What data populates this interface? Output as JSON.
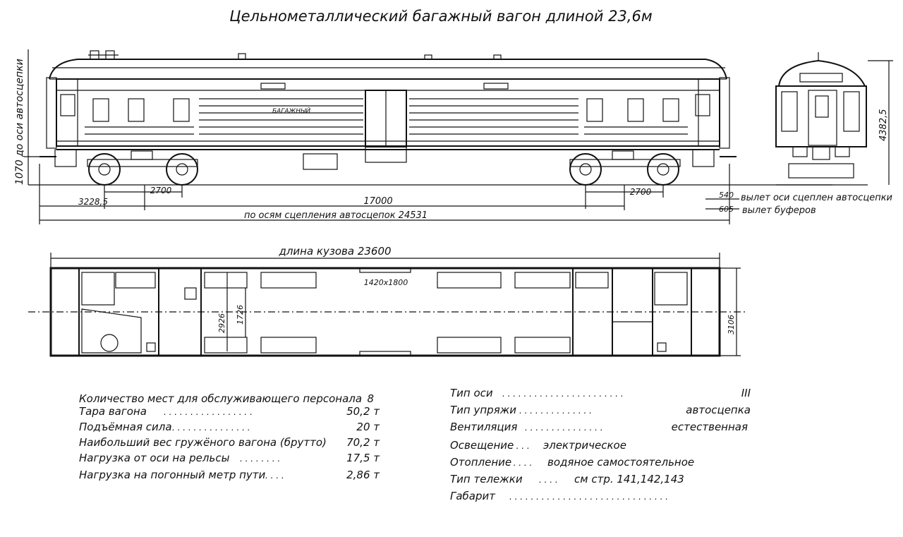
{
  "title": "Цельнометаллический багажный вагон длиной 23,6м",
  "side_view": {
    "car_label": "БАГАЖНЫЙ",
    "height_rail_to_coupler": "1070 до оси автосцепки",
    "height_total": "4382,5",
    "dim_bogie_left": "2700",
    "dim_bogie_right": "2700",
    "dim_end_offset": "3228,5",
    "dim_bogie_centers": "17000",
    "dim_couplers": "по осям сцепления автосцепок 24531",
    "overhang_coupler_value": "540",
    "overhang_coupler_label": "вылет оси сцеплен автосцепки",
    "overhang_buffer_value": "605",
    "overhang_buffer_label": "вылет буферов"
  },
  "plan_view": {
    "body_length": "длина кузова 23600",
    "door_size": "1420x1800",
    "width_inner": "2926",
    "width_door": "1726",
    "width_outer": "3106"
  },
  "specs_left": [
    {
      "label": "Количество мест для обслуживающего персонала",
      "dots": "",
      "value": "8"
    },
    {
      "label": "Тара вагона",
      "dots": ". . . . . . . . . . . . . . . . .",
      "value": "50,2 т"
    },
    {
      "label": "Подъёмная сила",
      "dots": ". . . . . . . . . . . . . . .",
      "value": "20 т"
    },
    {
      "label": "Наибольший вес гружёного вагона (брутто)",
      "dots": "",
      "value": "70,2 т"
    },
    {
      "label": "Нагрузка от оси на рельсы",
      "dots": ". . . . . . . .",
      "value": "17,5 т"
    },
    {
      "label": "Нагрузка на погонный метр пути",
      "dots": ". . . .",
      "value": "2,86 т"
    }
  ],
  "specs_right": [
    {
      "label": "Тип оси",
      "dots": ". . . . . . . . . . . . . . . . . . . . . . .",
      "value": "III"
    },
    {
      "label": "Тип упряжи",
      "dots": ". . . . . . . . . . . . . .",
      "value": "автосцепка"
    },
    {
      "label": "Вентиляция",
      "dots": ". . . . . . . . . . . . . . .",
      "value": "естественная"
    },
    {
      "label": "Освещение",
      "dots": ". . . .",
      "value": "электрическое"
    },
    {
      "label": "Отопление",
      "dots": ". . . . .",
      "value": "водяное самостоятельное"
    },
    {
      "label": "Тип тележки",
      "dots": ". . . .",
      "value": "см стр. 141,142,143"
    },
    {
      "label": "Габарит",
      "dots": ". . . . . . . . . . . . . . . . . . . . . . . . . . . . . .",
      "value": ""
    }
  ]
}
